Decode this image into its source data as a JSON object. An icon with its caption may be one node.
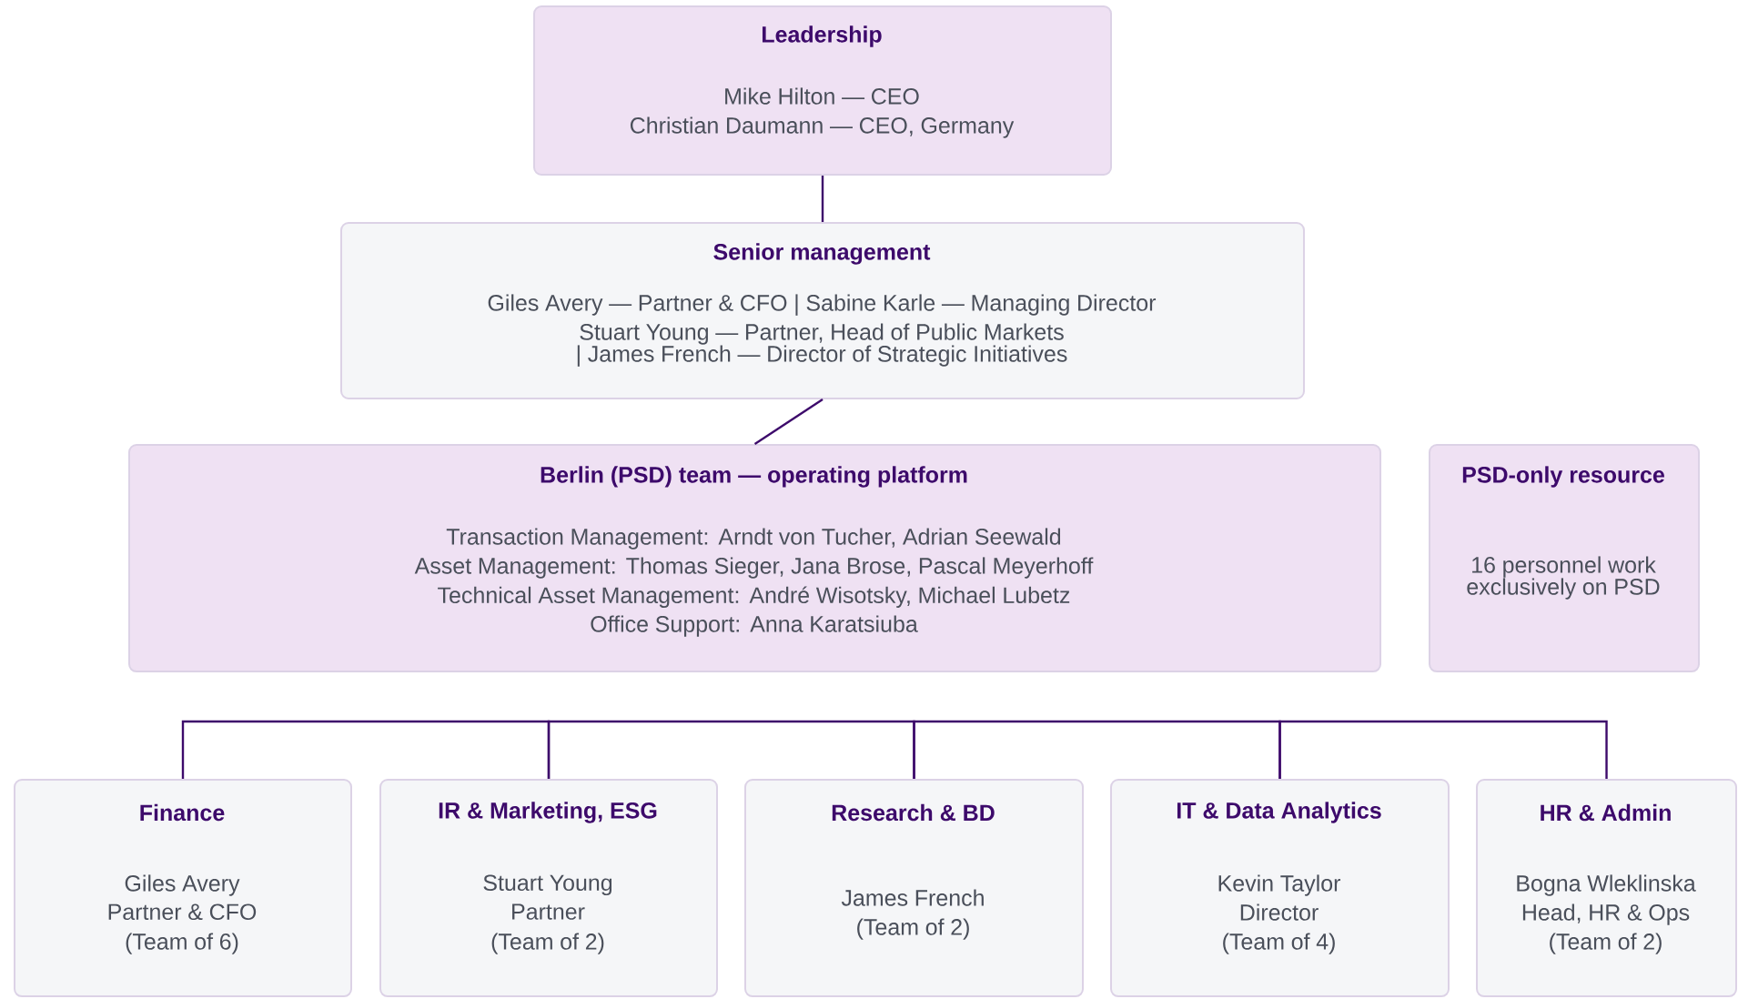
{
  "diagram": {
    "nodes": [
      {
        "text": [
          "Leadership",
          "Mike Hilton — CEO",
          "Christian Daumann — CEO, Germany"
        ]
      },
      {
        "text": [
          "Senior management",
          "Giles Avery — Partner & CFO | Sabine Karle — Managing Director",
          "Stuart Young — Partner, Head of Public Markets | James French — Director of Strategic Initiatives"
        ]
      },
      {
        "text": [
          "Berlin (PSD) team — operating platform",
          "Transaction Management: Arndt von Tucher, Adrian Seewald",
          "Asset Management: Thomas Sieger, Jana Brose, Pascal Meyerhoff",
          "Technical Asset Management: André Wisotsky, Michael Lubetz",
          "Office Support: Anna Karatsiuba"
        ]
      },
      {
        "text": [
          "PSD-only resource",
          "16 personnel work exclusively on PSD"
        ]
      },
      {
        "text": [
          "Finance",
          "Giles Avery",
          "Partner & CFO",
          "(Team of 6)"
        ]
      },
      {
        "text": [
          "IR & Marketing, ESG",
          "Stuart Young",
          "Partner",
          "(Team of 2)"
        ]
      },
      {
        "text": [
          "Research & BD",
          "James French",
          "(Team of 2)"
        ]
      },
      {
        "text": [
          "IT & Data Analytics",
          "Kevin Taylor",
          "Director",
          "(Team of 4)"
        ]
      },
      {
        "text": [
          "HR & Admin",
          "Bogna Wleklinska",
          "Head, HR & Ops",
          "(Team of 2)"
        ]
      }
    ],
    "edges": [
      {
        "from": 0,
        "to": 1,
        "arrow": "none"
      },
      {
        "from": 1,
        "to": 2,
        "arrow": "none"
      },
      {
        "from": 4,
        "to": 5,
        "arrow": "none"
      },
      {
        "from": 5,
        "to": 6,
        "arrow": "none"
      },
      {
        "from": 6,
        "to": 7,
        "arrow": "none"
      },
      {
        "from": 7,
        "to": 8,
        "arrow": "none"
      }
    ]
  }
}
